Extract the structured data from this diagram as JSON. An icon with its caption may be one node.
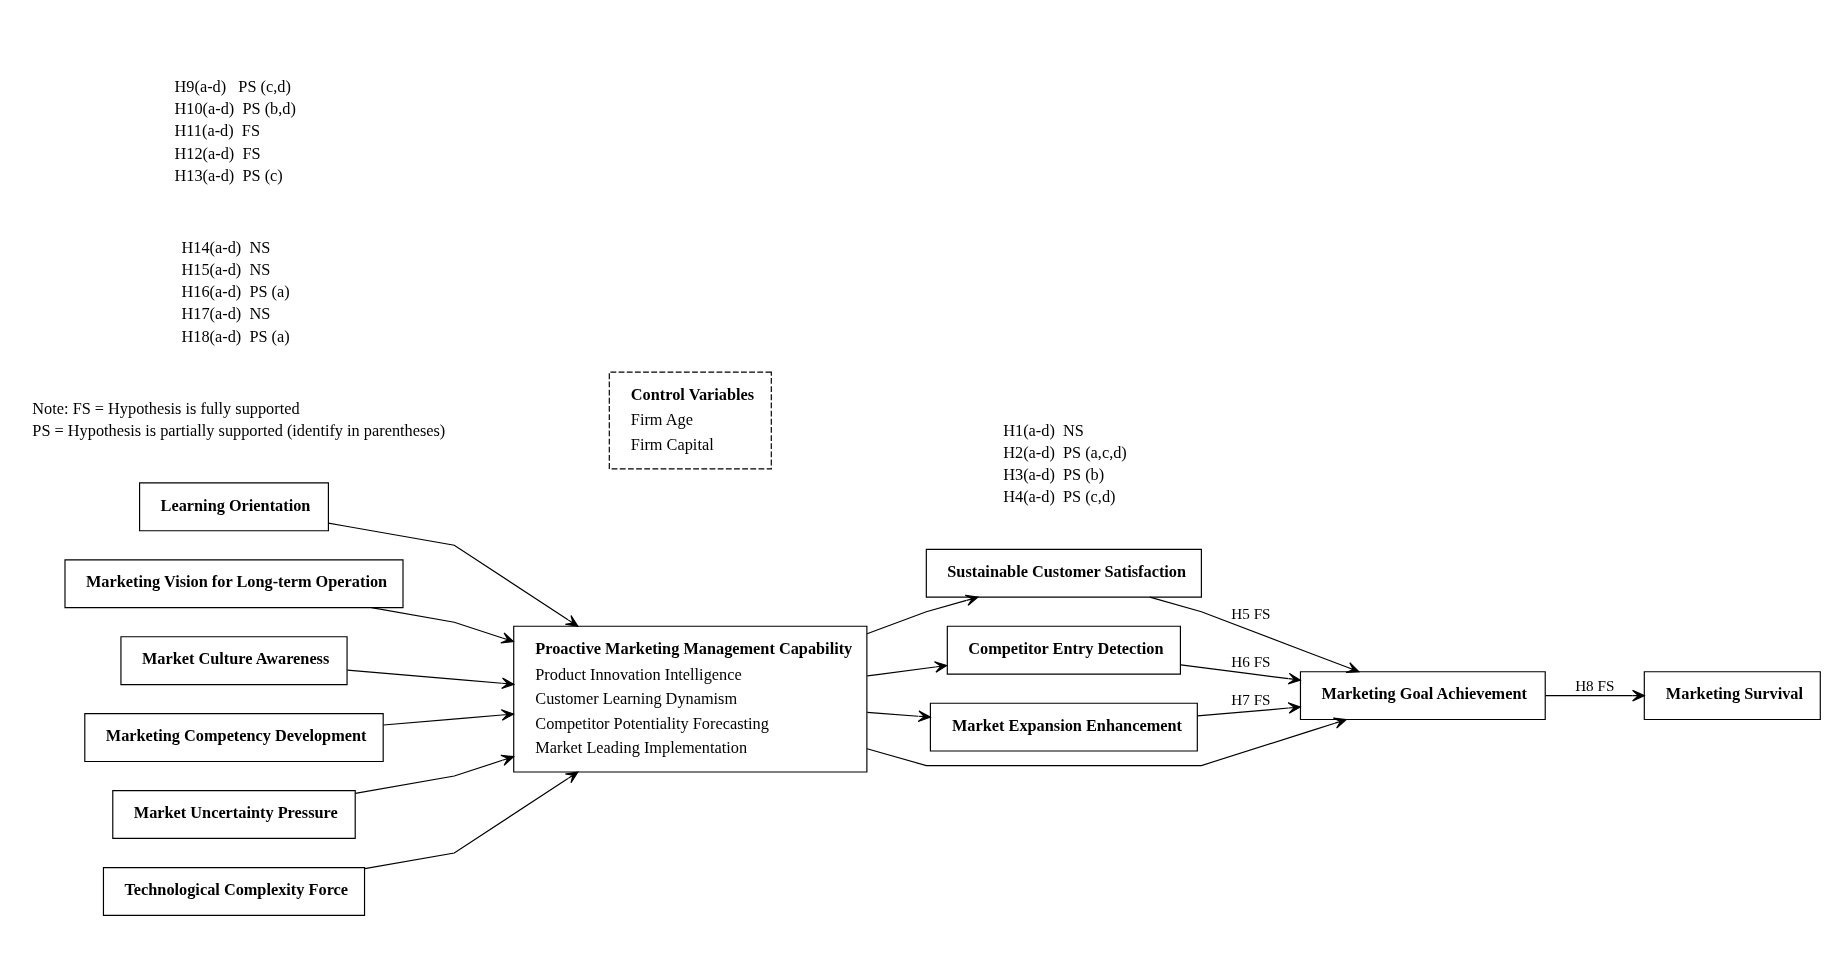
{
  "diagram": {
    "nodes": [
      {
        "text": [
          "Learning Orientation"
        ]
      },
      {
        "text": [
          "Marketing Vision for Long-term Operation"
        ]
      },
      {
        "text": [
          "Market Culture Awareness"
        ]
      },
      {
        "text": [
          "Marketing Competency Development"
        ]
      },
      {
        "text": [
          "Market Uncertainty Pressure"
        ]
      },
      {
        "text": [
          "Technological Complexity Force"
        ]
      },
      {
        "text": [
          "Proactive Marketing Management Capability",
          "Product Innovation Intelligence",
          "Customer Learning Dynamism",
          "Competitor Potentiality Forecasting",
          "Market Leading Implementation"
        ]
      },
      {
        "text": [
          "Sustainable Customer Satisfaction"
        ]
      },
      {
        "text": [
          "Competitor Entry Detection"
        ]
      },
      {
        "text": [
          "Market Expansion Enhancement"
        ]
      },
      {
        "text": [
          "Marketing Goal Achievement"
        ]
      },
      {
        "text": [
          "Marketing Survival"
        ]
      },
      {
        "text": [
          "Control Variables",
          "Firm Age",
          "Firm Capital"
        ]
      }
    ],
    "edges": [
      {
        "from": 1,
        "to": 6,
        "arrow": "to"
      },
      {
        "from": 2,
        "to": 6,
        "arrow": "to"
      },
      {
        "from": 3,
        "to": 6,
        "arrow": "to"
      },
      {
        "from": 4,
        "to": 6,
        "arrow": "to"
      },
      {
        "from": 5,
        "to": 6,
        "arrow": "to"
      },
      {
        "from": 0,
        "to": 6,
        "arrow": "to"
      },
      {
        "from": 6,
        "to": 7,
        "arrow": "to"
      },
      {
        "from": 6,
        "to": 8,
        "arrow": "to"
      },
      {
        "from": 6,
        "to": 9,
        "arrow": "to"
      },
      {
        "from": 7,
        "to": 10,
        "arrow": "to",
        "label": "H5 FS"
      },
      {
        "from": 8,
        "to": 10,
        "arrow": "to",
        "label": "H6 FS"
      },
      {
        "from": 9,
        "to": 10,
        "arrow": "to",
        "label": "H7 FS"
      },
      {
        "from": 10,
        "to": 11,
        "arrow": "to",
        "label": "H8 FS"
      },
      {
        "from": 6,
        "to": 10,
        "arrow": "to"
      }
    ],
    "labels": [
      "H14(a-d)  NS",
      "H15(a-d)  NS",
      "H16(a-d)  PS (a)",
      "H17(a-d)  NS",
      "H18(a-d)  PS (a)",
      "H1(a-d)  NS",
      "H2(a-d)  PS (a,c,d)",
      "H3(a-d)  PS (b)",
      "H4(a-d)  PS (c,d)",
      "H9(a-d)   PS (c,d)",
      "H10(a-d)  PS (b,d)",
      "H11(a-d)  FS",
      "H12(a-d)  FS",
      "H13(a-d)  PS (c)",
      "Note: FS = Hypothesis is fully supported",
      "PS = Hypothesis is partially supported (identify in parentheses)"
    ]
  }
}
